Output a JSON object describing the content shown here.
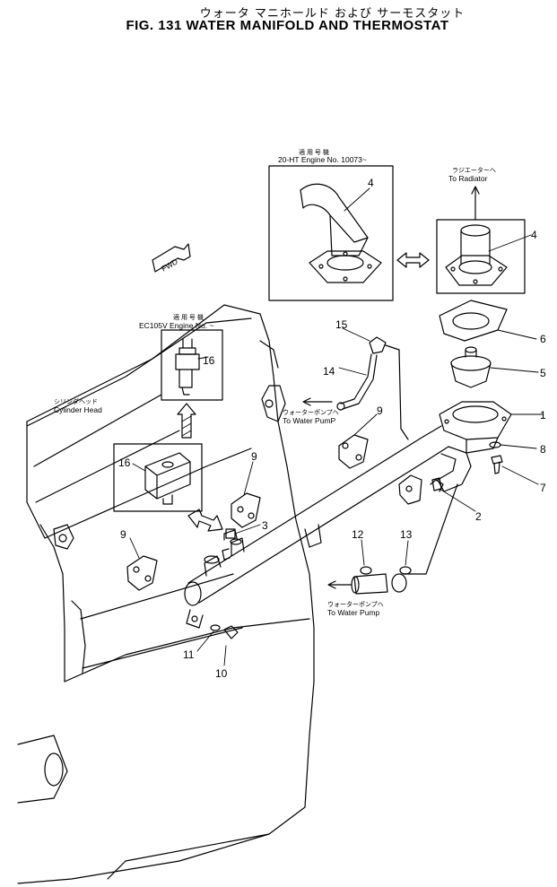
{
  "title": {
    "jp": "ウォータ マニホールド および サーモスタット",
    "en": "FIG. 131  WATER  MANIFOLD  AND  THERMOSTAT"
  },
  "labels": {
    "applicable_jp_1": "適 用 号 機",
    "engine_20ht": "20-HT Engine No. 10073~",
    "applicable_jp_2": "適 用 号 機",
    "engine_ec105v": "EC105V Engine No. ~",
    "radiator_jp": "ラジエーターへ",
    "to_radiator": "To Radiator",
    "cylinder_head_jp": "シリンダヘッド",
    "cylinder_head": "Cylinder Head",
    "pump_jp_1": "ウォーターポンプへ",
    "to_water_pump_1": "To Water PumP",
    "pump_jp_2": "ウォーターポンプへ",
    "to_water_pump_2": "To Water Pump",
    "fwd": "FWD"
  },
  "parts": [
    {
      "no": "1"
    },
    {
      "no": "2"
    },
    {
      "no": "3"
    },
    {
      "no": "4"
    },
    {
      "no": "4"
    },
    {
      "no": "5"
    },
    {
      "no": "6"
    },
    {
      "no": "7"
    },
    {
      "no": "8"
    },
    {
      "no": "9"
    },
    {
      "no": "9"
    },
    {
      "no": "9"
    },
    {
      "no": "10"
    },
    {
      "no": "11"
    },
    {
      "no": "12"
    },
    {
      "no": "13"
    },
    {
      "no": "14"
    },
    {
      "no": "15"
    },
    {
      "no": "16"
    },
    {
      "no": "16"
    }
  ]
}
